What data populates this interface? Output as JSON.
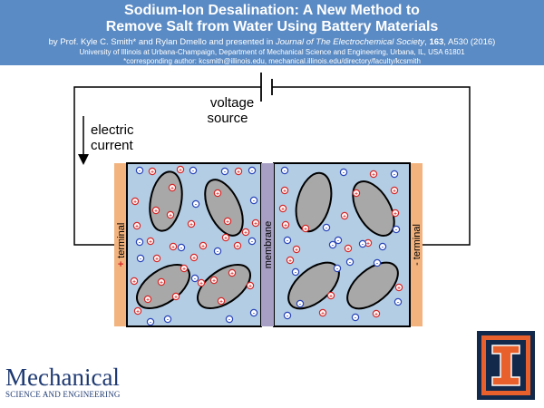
{
  "header": {
    "title_line1": "Sodium-Ion Desalination: A New Method to",
    "title_line2": "Remove Salt from Water Using Battery Materials",
    "byline_prefix": "by Prof. Kyle C. Smith* and Rylan Dmello and presented in ",
    "journal": "Journal of The Electrochemical Society",
    "volume_sep": ", ",
    "volume": "163",
    "pages": ", A530 (2016)",
    "affiliation": "University of Illinois at Urbana-Champaign, Department of Mechanical Science and Engineering, Urbana, IL, USA 61801",
    "corresponding": "*corresponding author: kcsmith@illinois.edu, mechanical.illinois.edu/directory/faculty/kcsmith"
  },
  "diagram": {
    "voltage_source_line1": "voltage",
    "voltage_source_line2": "source",
    "current_line1": "electric",
    "current_line2": "current",
    "plus_terminal_sign": "+",
    "plus_terminal_word": " terminal",
    "minus_terminal": "- terminal",
    "membrane": "membrane",
    "cation_symbol": "+",
    "anion_symbol": "-"
  },
  "colors": {
    "header_bg": "#5b8bc4",
    "electrolyte": "#b3cde5",
    "terminal": "#f2b37e",
    "membrane": "#a79fc4",
    "particle": "#a8a8a8",
    "cation": "#d62828",
    "anion": "#2a45b8",
    "illinois_orange": "#e8612c",
    "illinois_blue": "#13294b"
  },
  "logo": {
    "main": "Mechanical",
    "sub": "SCIENCE AND ENGINEERING"
  }
}
